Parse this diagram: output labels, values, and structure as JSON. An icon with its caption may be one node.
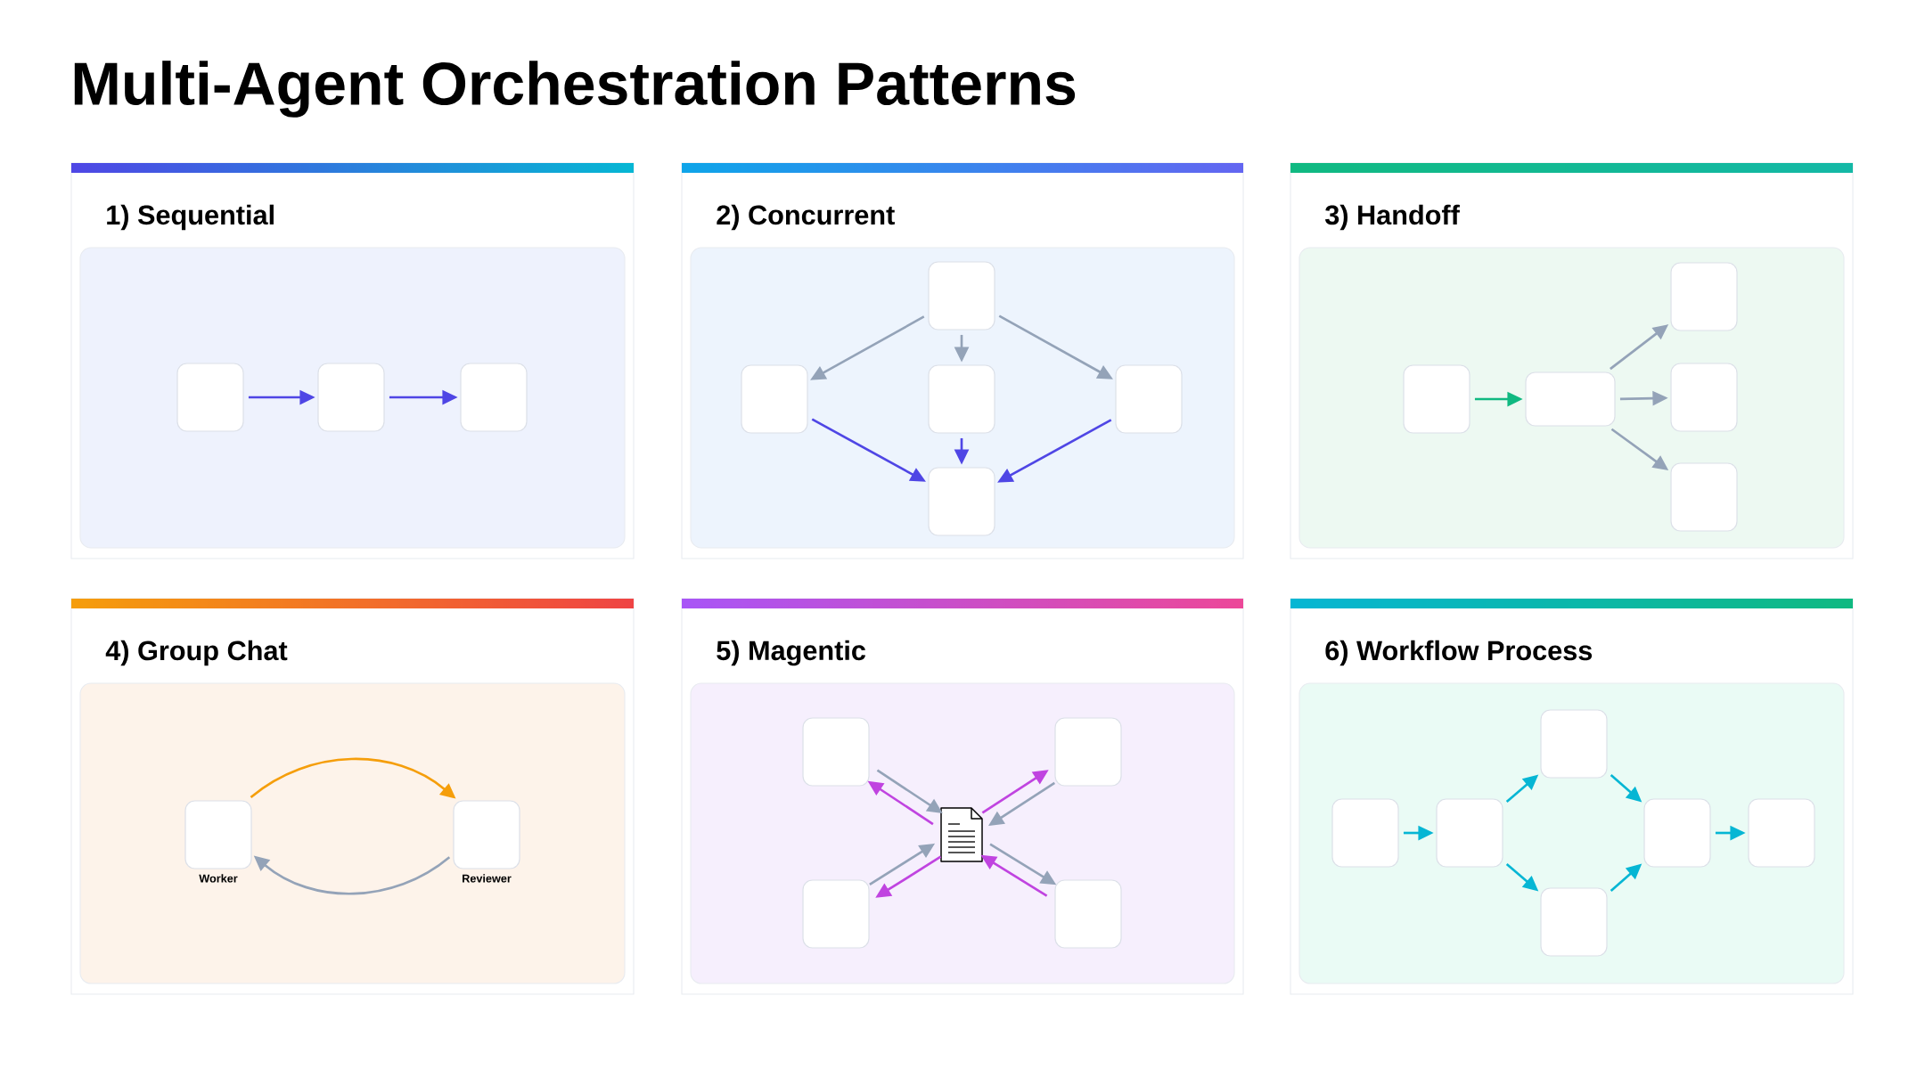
{
  "diagram": {
    "title": "Multi-Agent Orchestration Patterns",
    "nodes": [
      {
        "text": [
          "1) Sequential"
        ]
      },
      {
        "text": [],
        "shape": "box",
        "in": 0
      },
      {
        "text": [],
        "shape": "box",
        "in": 0
      },
      {
        "text": [],
        "shape": "box",
        "in": 0
      },
      {
        "text": [
          "2) Concurrent"
        ]
      },
      {
        "text": [],
        "shape": "box",
        "in": 4
      },
      {
        "text": [],
        "shape": "box",
        "in": 4
      },
      {
        "text": [],
        "shape": "box",
        "in": 4
      },
      {
        "text": [],
        "shape": "box",
        "in": 4
      },
      {
        "text": [],
        "shape": "box",
        "in": 4
      },
      {
        "text": [
          "3) Handoff"
        ]
      },
      {
        "text": [],
        "shape": "box",
        "in": 10
      },
      {
        "text": [],
        "shape": "box",
        "in": 10
      },
      {
        "text": [],
        "shape": "box",
        "in": 10
      },
      {
        "text": [],
        "shape": "box",
        "in": 10
      },
      {
        "text": [],
        "shape": "box",
        "in": 10
      },
      {
        "text": [
          "4) Group Chat"
        ]
      },
      {
        "text": [
          "Worker"
        ],
        "in": 16
      },
      {
        "text": [
          "Reviewer"
        ],
        "in": 16
      },
      {
        "text": [
          "5) Magentic"
        ]
      },
      {
        "text": [],
        "shape": "box",
        "in": 19
      },
      {
        "text": [],
        "shape": "box",
        "in": 19
      },
      {
        "text": [],
        "shape": "document",
        "in": 19
      },
      {
        "text": [],
        "shape": "box",
        "in": 19
      },
      {
        "text": [],
        "shape": "box",
        "in": 19
      },
      {
        "text": [
          "6) Workflow Process"
        ]
      },
      {
        "text": [],
        "shape": "box",
        "in": 25
      },
      {
        "text": [],
        "shape": "box",
        "in": 25
      },
      {
        "text": [],
        "shape": "box",
        "in": 25
      },
      {
        "text": [],
        "shape": "box",
        "in": 25
      },
      {
        "text": [],
        "shape": "box",
        "in": 25
      },
      {
        "text": [],
        "shape": "box",
        "in": 25
      }
    ],
    "edges": [
      {
        "from": 1,
        "to": 2,
        "arrow": "to",
        "color": "#4f46e5"
      },
      {
        "from": 2,
        "to": 3,
        "arrow": "to",
        "color": "#4f46e5"
      },
      {
        "from": 5,
        "to": 6,
        "arrow": "to"
      },
      {
        "from": 5,
        "to": 7,
        "arrow": "to"
      },
      {
        "from": 5,
        "to": 8,
        "arrow": "to"
      },
      {
        "from": 6,
        "to": 9,
        "arrow": "to",
        "color": "#4f46e5"
      },
      {
        "from": 7,
        "to": 9,
        "arrow": "to",
        "color": "#4f46e5"
      },
      {
        "from": 8,
        "to": 9,
        "arrow": "to",
        "color": "#4f46e5"
      },
      {
        "from": 11,
        "to": 12,
        "arrow": "to",
        "color": "#10b981"
      },
      {
        "from": 12,
        "to": 13,
        "arrow": "to"
      },
      {
        "from": 12,
        "to": 14,
        "arrow": "to"
      },
      {
        "from": 12,
        "to": 15,
        "arrow": "to"
      },
      {
        "from": 17,
        "to": 18,
        "arrow": "to",
        "color": "#f59e0b"
      },
      {
        "from": 18,
        "to": 17,
        "arrow": "to"
      },
      {
        "from": 20,
        "to": 22,
        "arrow": "to"
      },
      {
        "from": 22,
        "to": 20,
        "arrow": "to",
        "color": "#c044e0"
      },
      {
        "from": 21,
        "to": 22,
        "arrow": "to"
      },
      {
        "from": 22,
        "to": 21,
        "arrow": "to",
        "color": "#c044e0"
      },
      {
        "from": 23,
        "to": 22,
        "arrow": "to"
      },
      {
        "from": 22,
        "to": 23,
        "arrow": "to",
        "color": "#c044e0"
      },
      {
        "from": 22,
        "to": 24,
        "arrow": "to"
      },
      {
        "from": 24,
        "to": 22,
        "arrow": "to",
        "color": "#c044e0"
      },
      {
        "from": 26,
        "to": 27,
        "arrow": "to",
        "color": "#06b6d4"
      },
      {
        "from": 27,
        "to": 28,
        "arrow": "to",
        "color": "#06b6d4"
      },
      {
        "from": 27,
        "to": 29,
        "arrow": "to",
        "color": "#06b6d4"
      },
      {
        "from": 28,
        "to": 30,
        "arrow": "to",
        "color": "#06b6d4"
      },
      {
        "from": 29,
        "to": 30,
        "arrow": "to",
        "color": "#06b6d4"
      },
      {
        "from": 30,
        "to": 31,
        "arrow": "to",
        "color": "#06b6d4"
      }
    ]
  }
}
